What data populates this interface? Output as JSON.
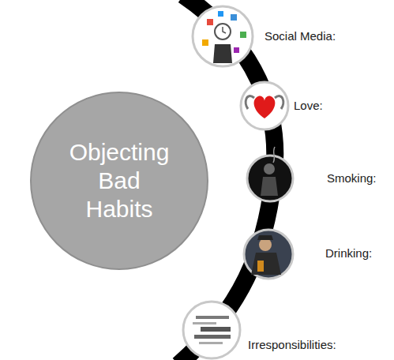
{
  "diagram": {
    "nodes": [
      {
        "text": [
          "Objecting Bad Habits"
        ]
      }
    ],
    "labels": [
      "Social Media:",
      "Love:",
      "Smoking:",
      "Drinking:",
      "Irresponsibilities:"
    ]
  }
}
